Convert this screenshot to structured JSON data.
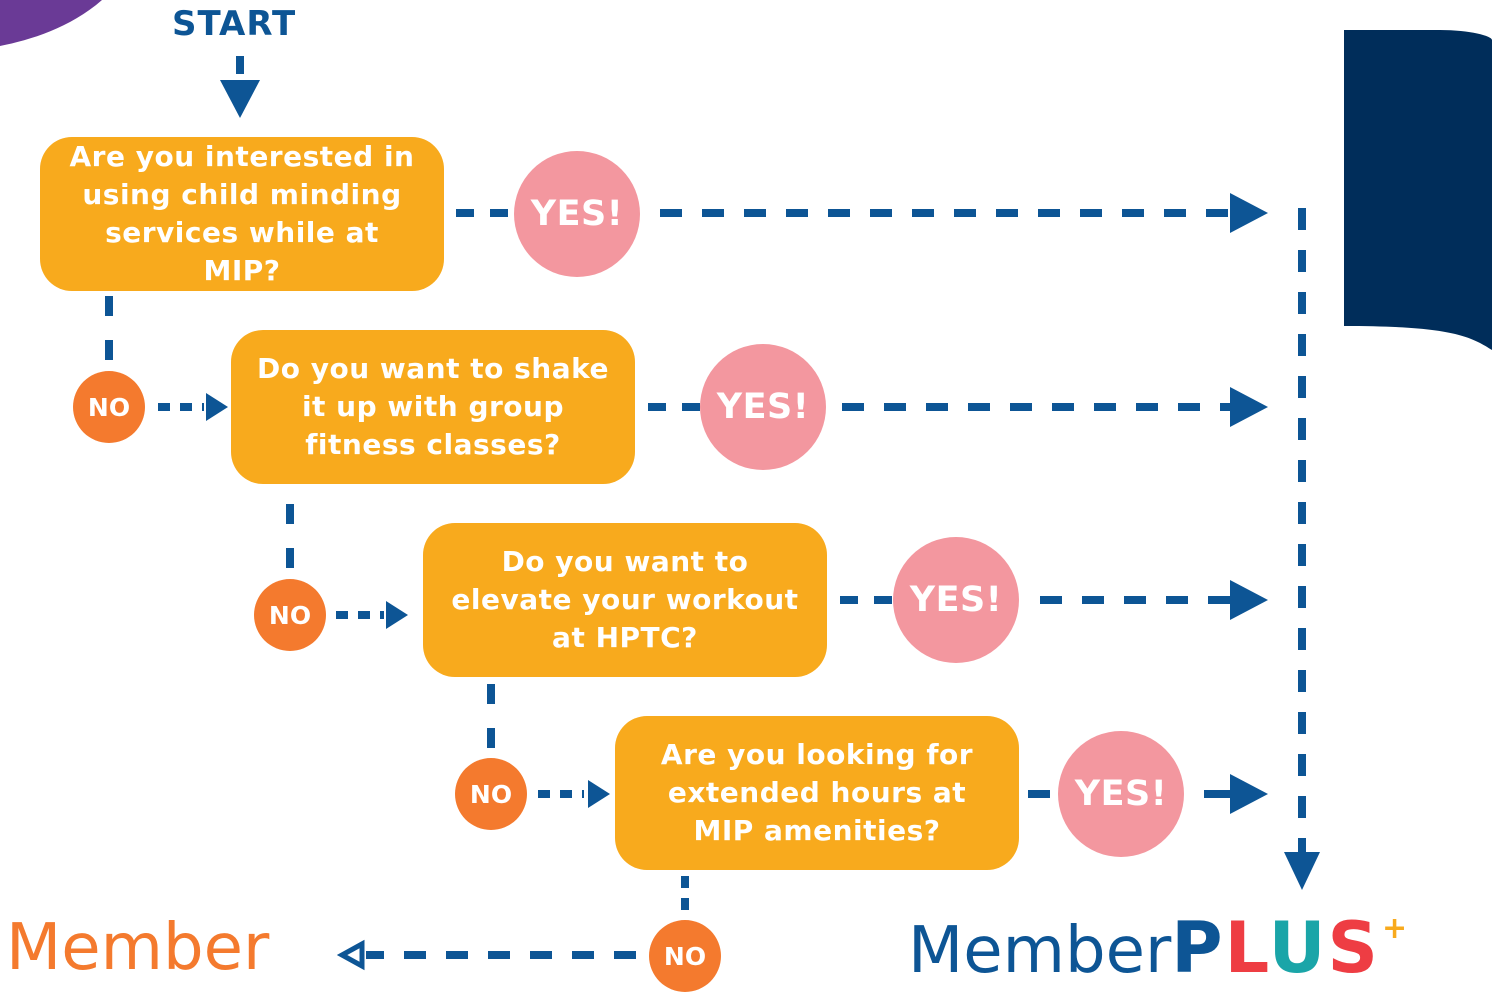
{
  "start": "START",
  "questions": [
    {
      "lines": [
        "Are you interested in",
        "using child minding",
        "services while at MIP?"
      ]
    },
    {
      "lines": [
        "Do you want to shake",
        "it up with group",
        "fitness classes?"
      ]
    },
    {
      "lines": [
        "Do you want to",
        "elevate your workout",
        "at HPTC?"
      ]
    },
    {
      "lines": [
        "Are you looking for",
        "extended hours at",
        "MIP amenities?"
      ]
    }
  ],
  "yes_label": "YES!",
  "no_label": "NO",
  "outcomes": {
    "member": "Member",
    "member_plus_word": "Member",
    "member_plus_letters": [
      "P",
      "L",
      "U",
      "S"
    ],
    "plus_mark": "+"
  },
  "colors": {
    "question_box": "#f8aa1d",
    "yes_circle": "#f3979f",
    "no_circle": "#f47a2e",
    "arrow": "#0d5595",
    "member_text": "#f47a2e",
    "member_plus_text": "#0d5595",
    "top_left_shape": "#6a3a96",
    "side_panel": "#002d5a"
  }
}
